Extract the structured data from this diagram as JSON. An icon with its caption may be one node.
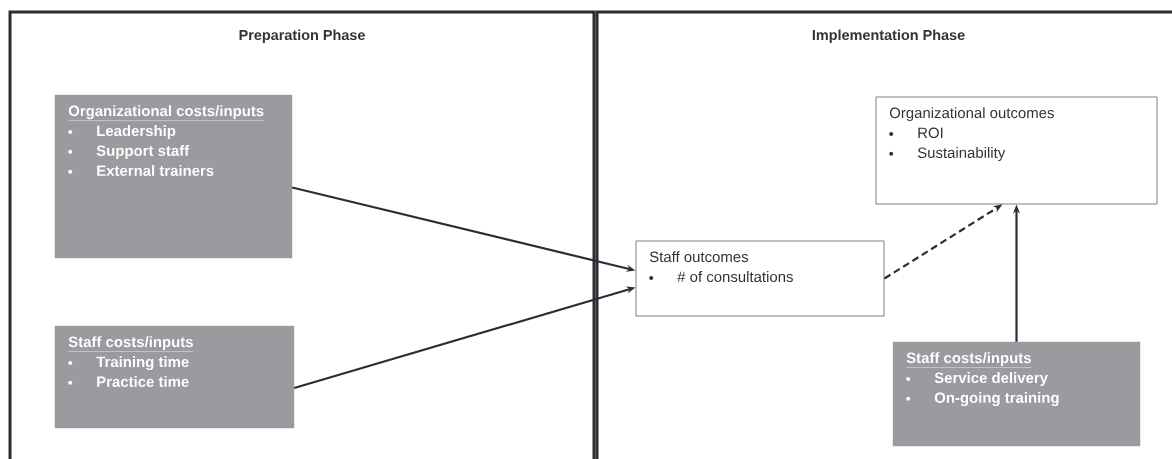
{
  "diagram": {
    "nodes": [
      {
        "text": [
          "Preparation Phase"
        ]
      },
      {
        "text": [
          "Organizational costs/inputs",
          "Leadership",
          "Support staff",
          "External trainers"
        ],
        "in": 0
      },
      {
        "text": [
          "Staff costs/inputs",
          "Training time",
          "Practice time"
        ],
        "in": 0
      },
      {
        "text": [
          "Implementation Phase"
        ]
      },
      {
        "text": [
          "Organizational outcomes",
          "ROI",
          "Sustainability"
        ],
        "in": 3
      },
      {
        "text": [
          "Staff outcomes",
          "# of consultations"
        ],
        "in": 3
      },
      {
        "text": [
          "Staff costs/inputs",
          "Service delivery",
          "On-going training"
        ],
        "in": 3
      }
    ],
    "edges": [
      {
        "from": 1,
        "to": 5,
        "arrow": "to"
      },
      {
        "from": 2,
        "to": 5,
        "arrow": "to"
      },
      {
        "from": 5,
        "to": 4,
        "arrow": "to",
        "style": "dashed"
      },
      {
        "from": 6,
        "to": 4,
        "arrow": "to"
      }
    ]
  }
}
